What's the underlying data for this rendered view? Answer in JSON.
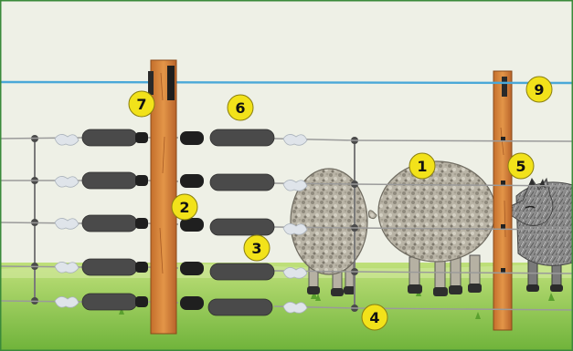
{
  "figure": {
    "frame_color": "#3a8a3a",
    "sky_color": "#eef0e6",
    "grass_light": "#bfe07a",
    "grass_dark": "#6fb33a",
    "post_color": "#d9853b",
    "top_wire_color": "#4aa8d8",
    "wire_color": "#9a9a9a",
    "insulator_color": "#4a4a4a",
    "marker_fill": "#f2e21a",
    "marker_text": "#111111"
  },
  "markers": [
    {
      "id": "m1",
      "label": "1",
      "points_to": "sheep"
    },
    {
      "id": "m2",
      "label": "2",
      "points_to": "post-wire-contact"
    },
    {
      "id": "m3",
      "label": "3",
      "points_to": "spring-tensioner"
    },
    {
      "id": "m4",
      "label": "4",
      "points_to": "ground-wire"
    },
    {
      "id": "m5",
      "label": "5",
      "points_to": "wolf"
    },
    {
      "id": "m6",
      "label": "6",
      "points_to": "insulator"
    },
    {
      "id": "m7",
      "label": "7",
      "points_to": "top-clip"
    },
    {
      "id": "m8",
      "label": "9",
      "points_to": "top-wire"
    }
  ]
}
